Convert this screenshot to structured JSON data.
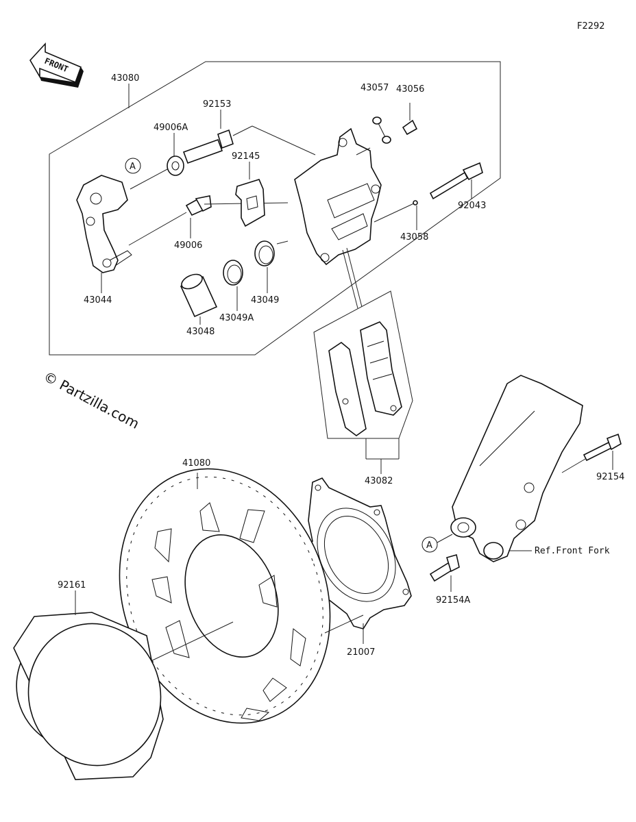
{
  "figure_code": "F2292",
  "watermark": "© Partzilla.com",
  "front_arrow": "FRONT",
  "reference_marker": "A",
  "ref_note": "Ref.Front Fork",
  "labels": {
    "p43080": "43080",
    "p92153": "92153",
    "p49006A": "49006A",
    "p92145": "92145",
    "p43057": "43057",
    "p43056": "43056",
    "p92043": "92043",
    "p43058": "43058",
    "p49006": "49006",
    "p43044": "43044",
    "p43049": "43049",
    "p43049A": "43049A",
    "p43048": "43048",
    "p43082": "43082",
    "p41080": "41080",
    "p92154": "92154",
    "p92154A": "92154A",
    "p21007": "21007",
    "p92161": "92161"
  }
}
